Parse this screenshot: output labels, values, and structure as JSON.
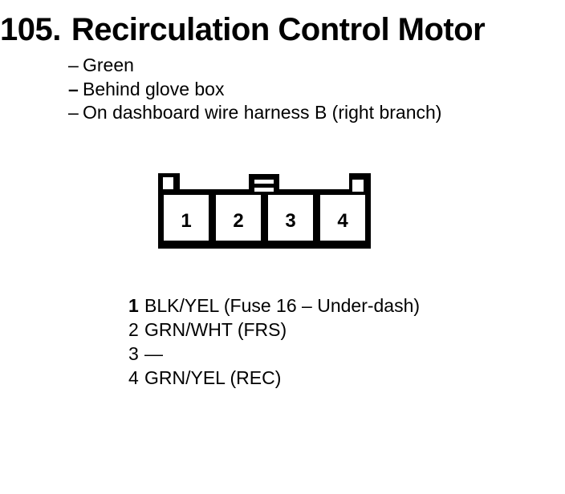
{
  "header": {
    "number": "105.",
    "title": "Recirculation Control Motor"
  },
  "details": [
    {
      "dash": "–",
      "text": "Green"
    },
    {
      "dash": "–",
      "text": "Behind glove box"
    },
    {
      "dash": "–",
      "text": "On dashboard wire harness B (right branch)"
    }
  ],
  "connector": {
    "cavities": [
      "1",
      "2",
      "3",
      "4"
    ]
  },
  "pins": [
    {
      "number": "1",
      "description": "BLK/YEL (Fuse 16 – Under-dash)"
    },
    {
      "number": "2",
      "description": "GRN/WHT (FRS)"
    },
    {
      "number": "3",
      "description": "—"
    },
    {
      "number": "4",
      "description": "GRN/YEL (REC)"
    }
  ],
  "colors": {
    "ink": "#000000",
    "paper": "#ffffff"
  }
}
